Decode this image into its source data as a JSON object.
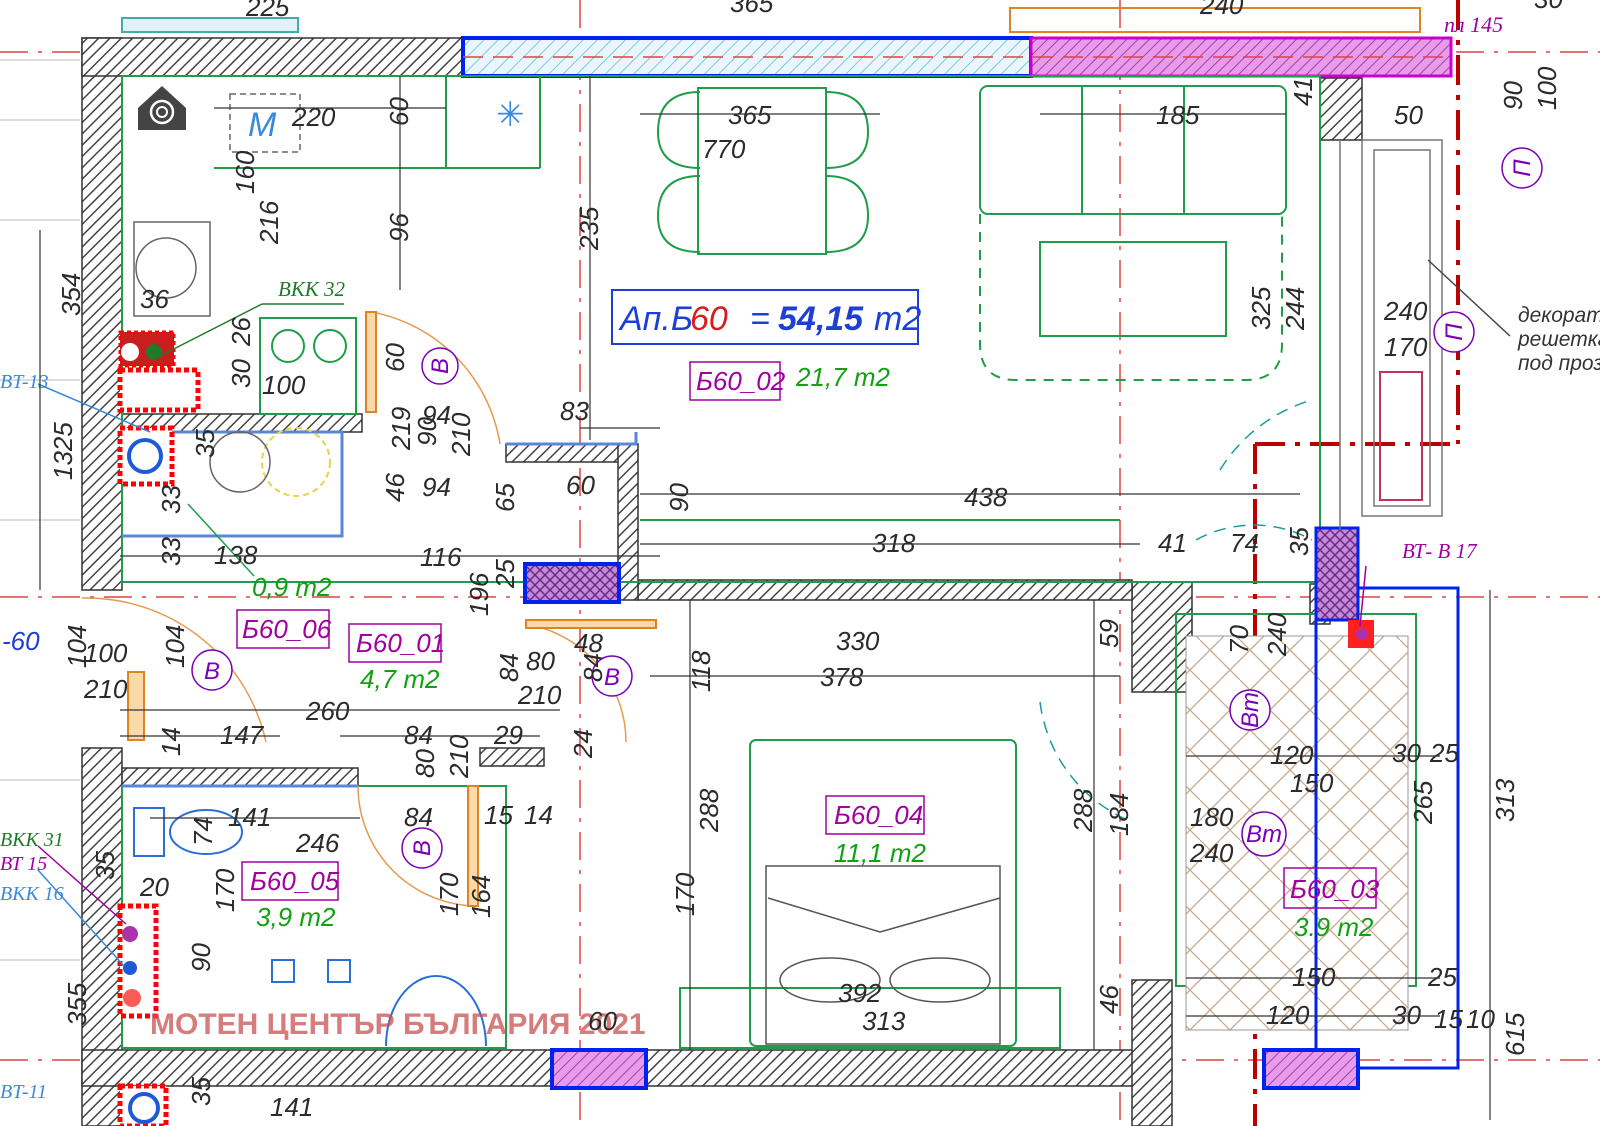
{
  "title": {
    "prefix": "Ап.Б",
    "number": "60",
    "eq": "=",
    "area": "54,15",
    "unit": "m2"
  },
  "rooms": [
    {
      "id": "Б60_02",
      "area": "21,7 m2"
    },
    {
      "id": "Б60_06",
      "area": "0,9 m2"
    },
    {
      "id": "Б60_01",
      "area": "4,7 m2"
    },
    {
      "id": "Б60_04",
      "area": "11,1 m2"
    },
    {
      "id": "Б60_05",
      "area": "3,9 m2"
    },
    {
      "id": "Б60_03",
      "area": "3.9 m2"
    }
  ],
  "labels": {
    "vkk32": "ВКК 32",
    "vt_b17": "ВТ- В 17",
    "plp145": "пл 145",
    "bt13": "BT-13",
    "vkk31": "ВКК 31",
    "vt15": "ВТ 15",
    "vkk16": "ВКК 16",
    "bt11": "BT-11",
    "left60": "-60",
    "m_symbol": "M",
    "deco1": "декорати",
    "deco2": "решетка",
    "deco3": "под прозо",
    "watermark": "МОТЕН ЦЕНТЪР БЪЛГАРИЯ 2021"
  },
  "doors": {
    "v": "В",
    "vt": "Вт",
    "p": "П"
  },
  "dims": {
    "d225": "225",
    "d365": "365",
    "d240": "240",
    "d30": "30",
    "d220": "220",
    "d60": "60",
    "d770": "770",
    "d185": "185",
    "d41": "41",
    "d50": "50",
    "d90": "90",
    "d100": "100",
    "d160": "160",
    "d216": "216",
    "d96": "96",
    "d235": "235",
    "d354": "354",
    "d36": "36",
    "d26": "26",
    "d30b": "30",
    "d1325": "1325",
    "d83": "83",
    "d35": "35",
    "d219": "219",
    "d46": "46",
    "d33": "33",
    "d138": "138",
    "d116": "116",
    "d65": "65",
    "d438": "438",
    "d318": "318",
    "d74": "74",
    "d325": "325",
    "d244": "244",
    "d170": "170",
    "d196": "196",
    "d48": "48",
    "d118": "118",
    "d330": "330",
    "d378": "378",
    "d59": "59",
    "d104": "104",
    "d210": "210",
    "d260": "260",
    "d147": "147",
    "d84": "84",
    "d29": "29",
    "d24": "24",
    "d141": "141",
    "d246": "246",
    "d15": "15",
    "d14": "14",
    "d288": "288",
    "d184": "184",
    "d120": "120",
    "d150": "150",
    "d25": "25",
    "d180": "180",
    "d265": "265",
    "d313": "313",
    "d164": "164",
    "d392": "392",
    "d355": "355",
    "d10": "10",
    "d615": "615",
    "d80": "80",
    "d70": "70"
  }
}
